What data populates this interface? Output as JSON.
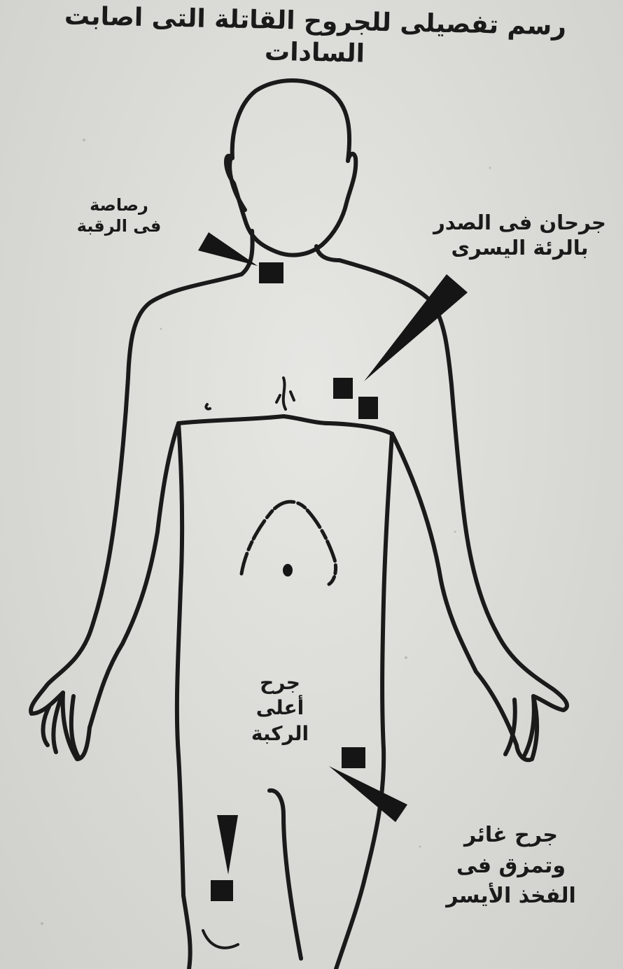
{
  "title": "رسم تفصيلى للجروح القاتلة التى اصابت السادات",
  "labels": {
    "neck_line1": "رصاصة",
    "neck_line2": "فى الرقبة",
    "chest_line1": "جرحان فى الصدر",
    "chest_line2": "بالرئة اليسرى",
    "knee_line1": "جرح",
    "knee_line2": "أعلى",
    "knee_line3": "الركبة",
    "thigh_line1": "جرح غائر",
    "thigh_line2": "وتمزق فى",
    "thigh_line3": "الفخذ الأيسر"
  },
  "colors": {
    "ink": "#1a1a1a",
    "paper": "#dcdcd8"
  }
}
